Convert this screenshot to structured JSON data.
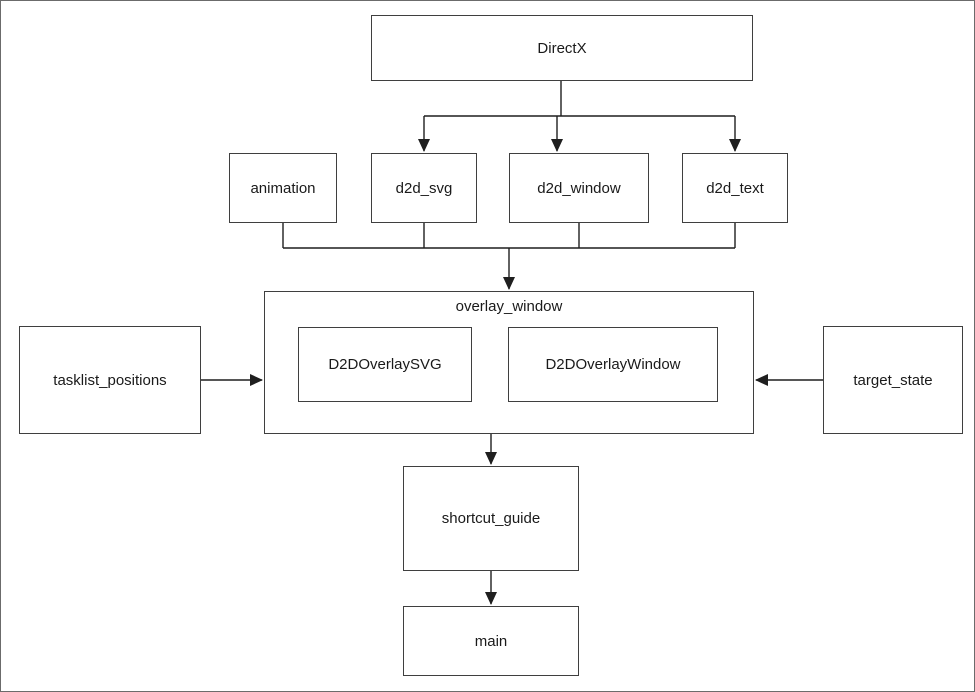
{
  "diagram": {
    "title": "module dependency diagram",
    "colors": {
      "background": "#ffffff",
      "node_border": "#3f3f3f",
      "connector": "#1f1f1f",
      "text": "#1a1a1a"
    },
    "nodes": {
      "directx": {
        "label": "DirectX"
      },
      "animation": {
        "label": "animation"
      },
      "d2d_svg": {
        "label": "d2d_svg"
      },
      "d2d_window": {
        "label": "d2d_window"
      },
      "d2d_text": {
        "label": "d2d_text"
      },
      "overlay_window": {
        "label": "overlay_window"
      },
      "d2d_overlay_svg": {
        "label": "D2DOverlaySVG"
      },
      "d2d_overlay_window": {
        "label": "D2DOverlayWindow"
      },
      "tasklist_positions": {
        "label": "tasklist_positions"
      },
      "target_state": {
        "label": "target_state"
      },
      "shortcut_guide": {
        "label": "shortcut_guide"
      },
      "main": {
        "label": "main"
      }
    },
    "edges": [
      {
        "from": "DirectX",
        "to": "d2d_svg"
      },
      {
        "from": "DirectX",
        "to": "d2d_window"
      },
      {
        "from": "DirectX",
        "to": "d2d_text"
      },
      {
        "from": "animation",
        "to": "overlay_window"
      },
      {
        "from": "d2d_svg",
        "to": "overlay_window"
      },
      {
        "from": "d2d_window",
        "to": "overlay_window"
      },
      {
        "from": "d2d_text",
        "to": "overlay_window"
      },
      {
        "from": "tasklist_positions",
        "to": "overlay_window"
      },
      {
        "from": "target_state",
        "to": "overlay_window"
      },
      {
        "from": "overlay_window",
        "to": "shortcut_guide"
      },
      {
        "from": "shortcut_guide",
        "to": "main"
      }
    ]
  }
}
